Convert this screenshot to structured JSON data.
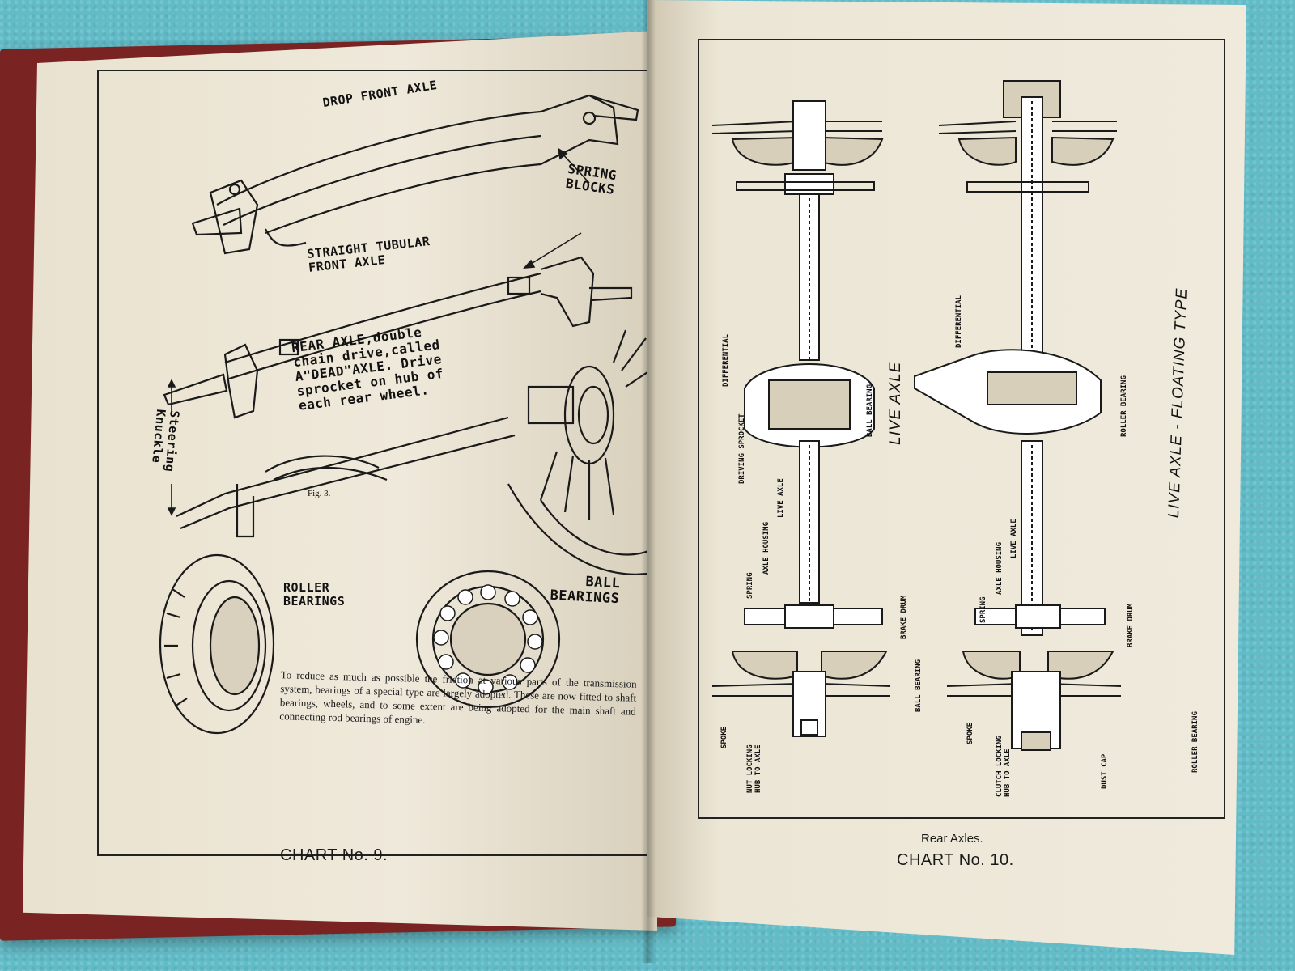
{
  "left_page": {
    "labels": {
      "drop_front_axle": "DROP FRONT AXLE",
      "spring_blocks": "SPRING\nBLOCKS",
      "straight_tubular": "STRAIGHT TUBULAR\nFRONT AXLE",
      "rear_axle": "REAR AXLE,double\nchain drive,called\nA\"DEAD\"AXLE. Drive\nsprocket on hub of\neach rear wheel.",
      "steering_knuckle": "Steering\nKnuckle",
      "fig": "Fig. 3.",
      "roller_bearings": "ROLLER\nBEARINGS",
      "ball_bearings": "BALL\nBEARINGS"
    },
    "paragraph": "To reduce as much as possible the friction at various parts of the transmission system, bearings of a special type are largely adopted. These are now fitted to shaft bearings, wheels, and to some extent are being adopted for the main shaft and connecting rod bearings of engine.",
    "chart_no": "CHART No. 9."
  },
  "right_page": {
    "live_axle": {
      "title": "LIVE AXLE",
      "differential": "DIFFERENTIAL",
      "driving_sprocket": "DRIVING SPROCKET",
      "ball_bearing_top": "BALL BEARING",
      "live_axle_label": "LIVE AXLE",
      "axle_housing": "AXLE HOUSING",
      "spring": "SPRING",
      "brake_drum": "BRAKE DRUM",
      "ball_bearing_bottom": "BALL BEARING",
      "spoke": "SPOKE",
      "nut": "NUT LOCKING\nHUB TO AXLE"
    },
    "floating_axle": {
      "title": "LIVE AXLE - FLOATING TYPE",
      "differential": "DIFFERENTIAL",
      "roller_bearing_top": "ROLLER BEARING",
      "live_axle_label": "LIVE AXLE",
      "axle_housing": "AXLE HOUSING",
      "spring": "SPRING",
      "brake_drum": "BRAKE DRUM",
      "spoke": "SPOKE",
      "clutch": "CLUTCH LOCKING\nHUB TO AXLE",
      "dust_cap": "DUST CAP",
      "roller_bearing_bottom": "ROLLER BEARING"
    },
    "caption": "Rear Axles.",
    "chart_no": "CHART No. 10."
  }
}
